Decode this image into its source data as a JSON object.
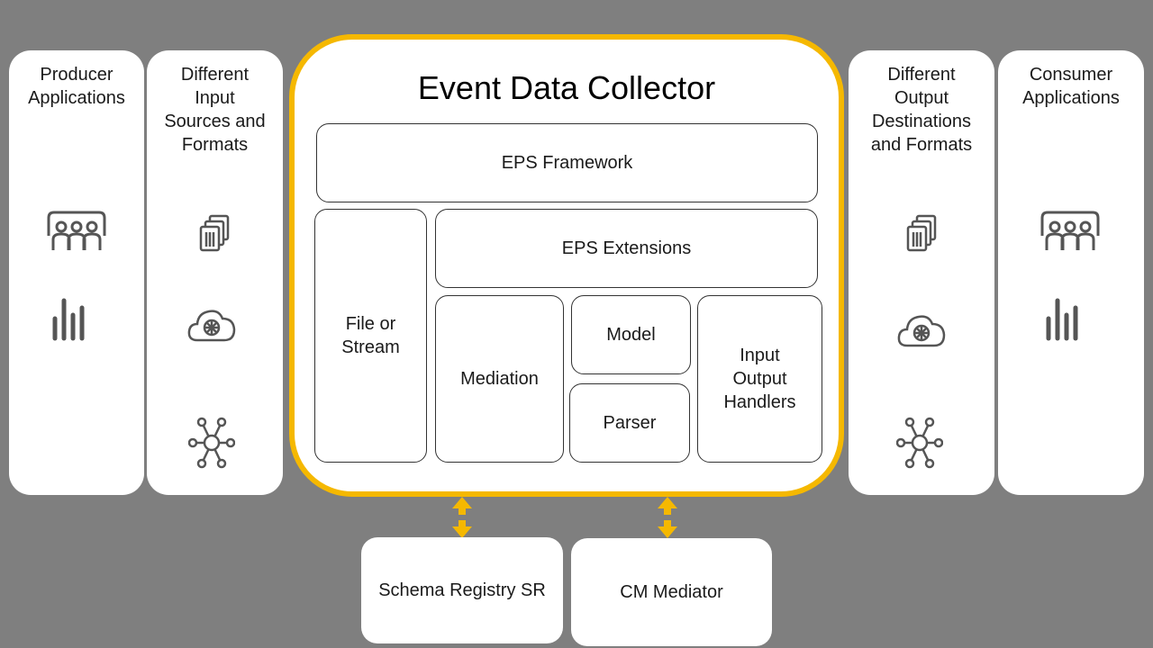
{
  "colors": {
    "background": "#7f7f7f",
    "accent": "#f5b800",
    "panel": "#ffffff",
    "icon": "#555555"
  },
  "left_panels": [
    {
      "title": "Producer\nApplications",
      "icons": [
        "people-group-icon",
        "bar-chart-icon"
      ]
    },
    {
      "title": "Different\nInput\nSources and\nFormats",
      "icons": [
        "documents-icon",
        "cloud-network-icon",
        "hub-network-icon"
      ]
    }
  ],
  "right_panels": [
    {
      "title": "Different\nOutput\nDestinations\nand Formats",
      "icons": [
        "documents-icon",
        "cloud-network-icon",
        "hub-network-icon"
      ]
    },
    {
      "title": "Consumer\nApplications",
      "icons": [
        "people-group-icon",
        "bar-chart-icon"
      ]
    }
  ],
  "collector": {
    "title": "Event Data Collector",
    "framework": "EPS Framework",
    "extensions": "EPS Extensions",
    "file_stream": "File or\nStream",
    "mediation": "Mediation",
    "model": "Model",
    "parser": "Parser",
    "io_handlers": "Input\nOutput\nHandlers"
  },
  "bottom": {
    "schema_registry": "Schema Registry SR",
    "cm_mediator": "CM Mediator"
  }
}
